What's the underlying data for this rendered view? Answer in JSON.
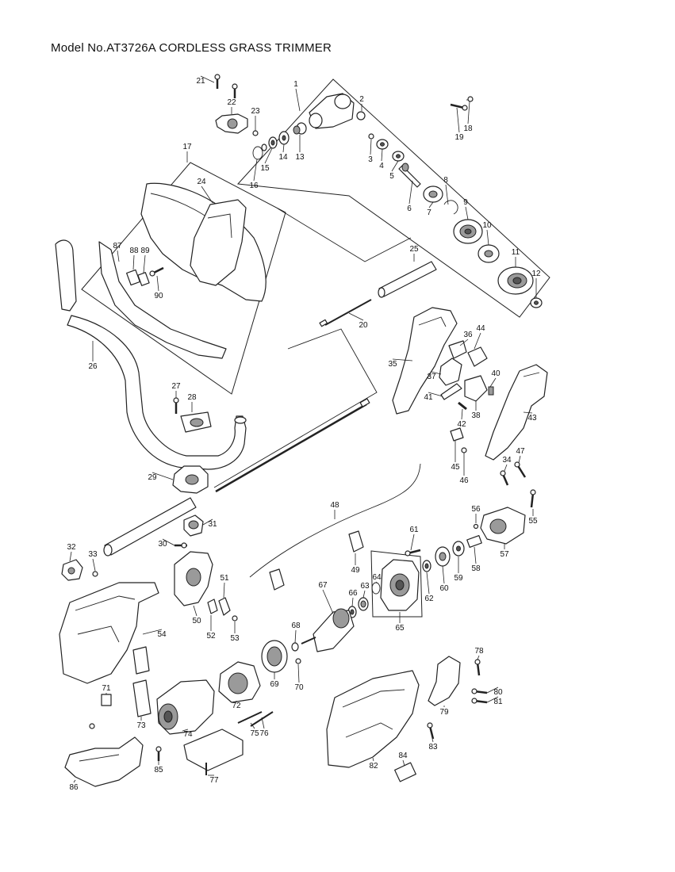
{
  "title": "Model No.AT3726A CORDLESS GRASS TRIMMER",
  "part_labels": [
    "1",
    "2",
    "3",
    "4",
    "5",
    "6",
    "7",
    "8",
    "9",
    "10",
    "11",
    "12",
    "13",
    "14",
    "15",
    "16",
    "17",
    "18",
    "19",
    "20",
    "21",
    "22",
    "23",
    "24",
    "25",
    "26",
    "27",
    "28",
    "29",
    "30",
    "31",
    "32",
    "33",
    "34",
    "35",
    "36",
    "37",
    "38",
    "40",
    "41",
    "42",
    "43",
    "44",
    "45",
    "46",
    "47",
    "48",
    "49",
    "50",
    "51",
    "52",
    "53",
    "54",
    "55",
    "56",
    "57",
    "58",
    "59",
    "60",
    "61",
    "62",
    "63",
    "64",
    "65",
    "66",
    "67",
    "68",
    "69",
    "70",
    "71",
    "72",
    "73",
    "74",
    "75",
    "76",
    "77",
    "78",
    "79",
    "80",
    "81",
    "82",
    "83",
    "84",
    "85",
    "86",
    "87",
    "88",
    "89",
    "90"
  ]
}
